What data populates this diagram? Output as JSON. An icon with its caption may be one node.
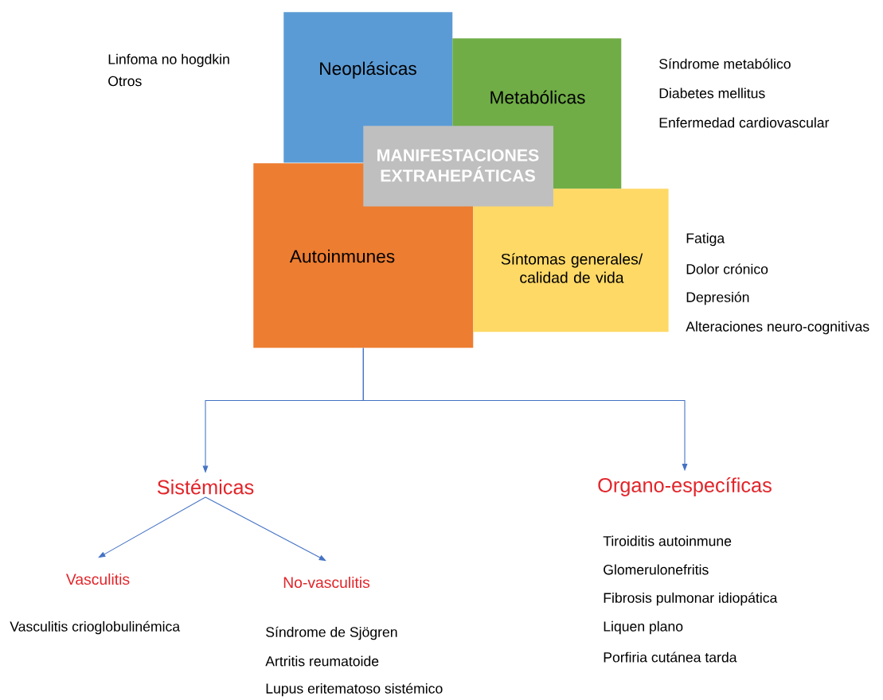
{
  "diagram": {
    "nodes": [
      {
        "text": [
          "Neoplásicas"
        ],
        "beside": [
          "Linfoma no hogdkin",
          "Otros"
        ]
      },
      {
        "text": [
          "Metabólicas"
        ],
        "beside": [
          "Síndrome metabólico",
          "Diabetes mellitus",
          "Enfermedad cardiovascular"
        ]
      },
      {
        "text": [
          "MANIFESTACIONES EXTRAHEPÁTICAS"
        ]
      },
      {
        "text": [
          "Autoinmunes"
        ]
      },
      {
        "text": [
          "Síntomas generales/ calidad de vida"
        ],
        "beside": [
          "Fatiga",
          "Dolor crónico",
          "Depresión",
          "Alteraciones neuro-cognitivas"
        ]
      },
      {
        "text": [
          "Sistémicas"
        ]
      },
      {
        "text": [
          "Organo-específicas"
        ],
        "beside": [
          "Tiroiditis autoinmune",
          "Glomerulonefritis",
          "Fibrosis pulmonar idiopática",
          "Liquen plano",
          "Porfiria cutánea tarda"
        ]
      },
      {
        "text": [
          "Vasculitis"
        ],
        "beside": [
          "Vasculitis crioglobulinémica"
        ]
      },
      {
        "text": [
          "No-vasculitis"
        ],
        "beside": [
          "Síndrome de Sjögren",
          "Artritis reumatoide",
          "Lupus eritematoso sistémico"
        ]
      }
    ],
    "edges": [
      {
        "from": 3,
        "to": 5,
        "arrow": "to"
      },
      {
        "from": 3,
        "to": 6,
        "arrow": "to"
      },
      {
        "from": 5,
        "to": 7,
        "arrow": "to"
      },
      {
        "from": 5,
        "to": 8,
        "arrow": "to"
      }
    ]
  }
}
